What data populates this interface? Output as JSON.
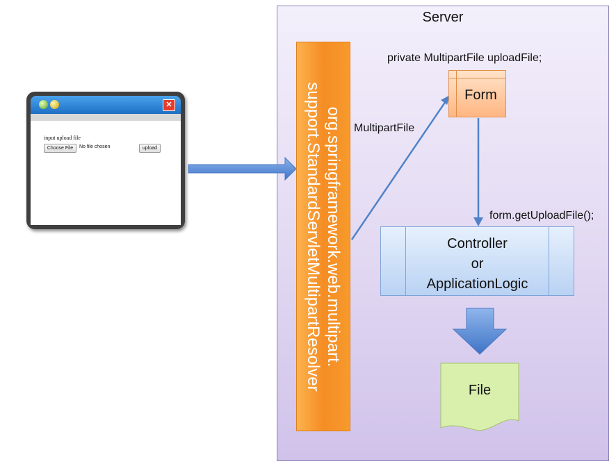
{
  "browser": {
    "close_glyph": "✕",
    "label": "input upload file",
    "choose_button": "Choose File",
    "no_file_text": "No file chosen",
    "upload_button": "upload"
  },
  "server": {
    "title": "Server",
    "resolver_line1": "org.springframework.web.multipart.",
    "resolver_line2": "support.StandardServletMultipartResolver",
    "form_field_label": "private MultipartFile uploadFile;",
    "form_label": "Form",
    "multipart_label": "MultipartFile",
    "getter_label": "form.getUploadFile();",
    "controller_line1": "Controller",
    "controller_line2": "or",
    "controller_line3": "ApplicationLogic",
    "file_label": "File"
  },
  "colors": {
    "orange": "#f79a2c",
    "blue_arrow": "#5b8fd8",
    "server_bg": "#d8ccef"
  }
}
